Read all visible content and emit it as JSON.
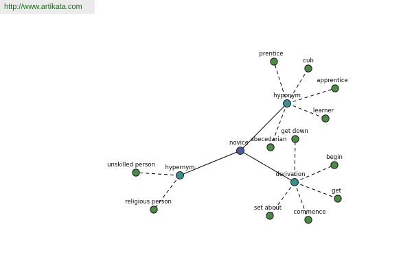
{
  "site": {
    "url": "http://www.artikata.com"
  },
  "colors": {
    "root": "#4a5d9a",
    "relation": "#3d8d8d",
    "leaf": "#4d8a47"
  },
  "graph": {
    "nodes": [
      {
        "id": "novice",
        "label": "novice",
        "kind": "root"
      },
      {
        "id": "hyponym",
        "label": "hyponym",
        "kind": "relation"
      },
      {
        "id": "hypernym",
        "label": "hypernym",
        "kind": "relation"
      },
      {
        "id": "derivation",
        "label": "derivation",
        "kind": "relation"
      },
      {
        "id": "prentice",
        "label": "prentice",
        "kind": "leaf"
      },
      {
        "id": "cub",
        "label": "cub",
        "kind": "leaf"
      },
      {
        "id": "apprentice",
        "label": "apprentice",
        "kind": "leaf"
      },
      {
        "id": "learner",
        "label": "learner",
        "kind": "leaf"
      },
      {
        "id": "abecedarian",
        "label": "abecedarian",
        "kind": "leaf"
      },
      {
        "id": "unskilled-person",
        "label": "unskilled person",
        "kind": "leaf"
      },
      {
        "id": "religious-person",
        "label": "religious person",
        "kind": "leaf"
      },
      {
        "id": "get-down",
        "label": "get down",
        "kind": "leaf"
      },
      {
        "id": "begin",
        "label": "begin",
        "kind": "leaf"
      },
      {
        "id": "get",
        "label": "get",
        "kind": "leaf"
      },
      {
        "id": "set-about",
        "label": "set about",
        "kind": "leaf"
      },
      {
        "id": "commence",
        "label": "commence",
        "kind": "leaf"
      }
    ],
    "edges": [
      {
        "from": "novice",
        "to": "hyponym",
        "style": "solid"
      },
      {
        "from": "novice",
        "to": "hypernym",
        "style": "solid"
      },
      {
        "from": "novice",
        "to": "derivation",
        "style": "solid"
      },
      {
        "from": "hyponym",
        "to": "prentice",
        "style": "dashed"
      },
      {
        "from": "hyponym",
        "to": "cub",
        "style": "dashed"
      },
      {
        "from": "hyponym",
        "to": "apprentice",
        "style": "dashed"
      },
      {
        "from": "hyponym",
        "to": "learner",
        "style": "dashed"
      },
      {
        "from": "hyponym",
        "to": "abecedarian",
        "style": "dashed"
      },
      {
        "from": "hypernym",
        "to": "unskilled-person",
        "style": "dashed"
      },
      {
        "from": "hypernym",
        "to": "religious-person",
        "style": "dashed"
      },
      {
        "from": "derivation",
        "to": "get-down",
        "style": "dashed"
      },
      {
        "from": "derivation",
        "to": "begin",
        "style": "dashed"
      },
      {
        "from": "derivation",
        "to": "get",
        "style": "dashed"
      },
      {
        "from": "derivation",
        "to": "set-about",
        "style": "dashed"
      },
      {
        "from": "derivation",
        "to": "commence",
        "style": "dashed"
      }
    ]
  }
}
